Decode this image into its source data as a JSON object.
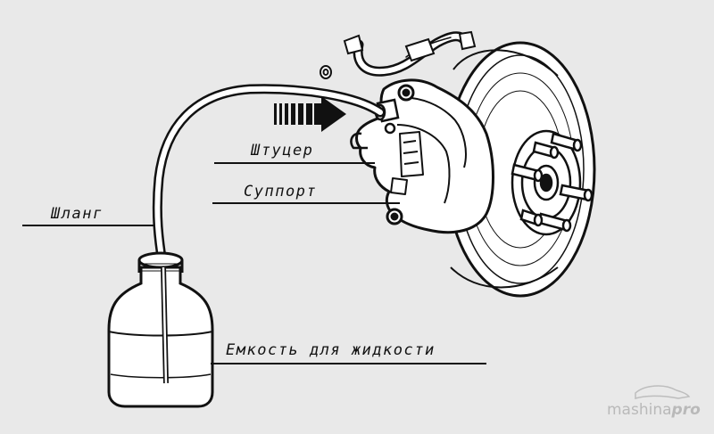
{
  "labels": {
    "fitting": "Штуцер",
    "caliper": "Суппорт",
    "hose": "Шланг",
    "container": "Емкость для жидкости"
  },
  "watermark": {
    "part1": "mashina",
    "part2": "pro"
  },
  "colors": {
    "background": "#e9e9e9",
    "line": "#111111",
    "fill": "#ffffff",
    "watermark": "#b9b9b9"
  }
}
